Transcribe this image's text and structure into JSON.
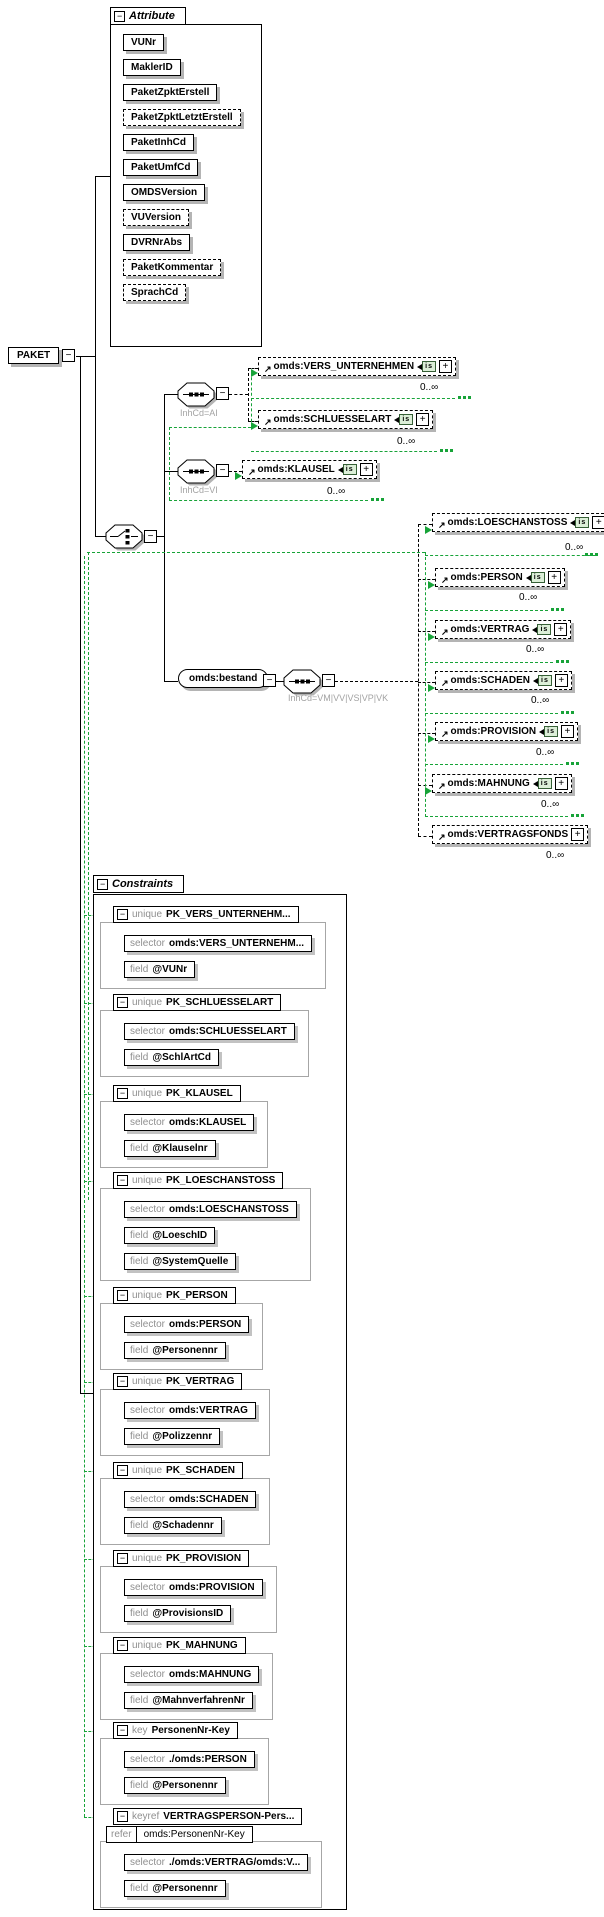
{
  "diagram": {
    "root": {
      "label": "PAKET"
    },
    "icons": {
      "collapse": "−",
      "expand": "+",
      "ref_arrow": "↗",
      "is_label": "is"
    },
    "attributes_panel": {
      "title": "Attribute",
      "items": [
        {
          "label": "VUNr",
          "optional": false
        },
        {
          "label": "MaklerID",
          "optional": false
        },
        {
          "label": "PaketZpktErstell",
          "optional": false
        },
        {
          "label": "PaketZpktLetztErstell",
          "optional": true
        },
        {
          "label": "PaketInhCd",
          "optional": false
        },
        {
          "label": "PaketUmfCd",
          "optional": false
        },
        {
          "label": "OMDSVersion",
          "optional": false
        },
        {
          "label": "VUVersion",
          "optional": true
        },
        {
          "label": "DVRNrAbs",
          "optional": false
        },
        {
          "label": "PaketKommentar",
          "optional": true
        },
        {
          "label": "SprachCd",
          "optional": true
        }
      ]
    },
    "branches": {
      "ai": {
        "compositor": "sequence",
        "condition": "InhCd=AI",
        "children": [
          {
            "label": "omds:VERS_UNTERNEHMEN",
            "occurs": "0..∞",
            "is_icon": true
          },
          {
            "label": "omds:SCHLUESSELART",
            "occurs": "0..∞",
            "is_icon": true
          }
        ]
      },
      "vi": {
        "compositor": "sequence",
        "condition": "InhCd=VI",
        "children": [
          {
            "label": "omds:KLAUSEL",
            "occurs": "0..∞",
            "is_icon": true
          }
        ]
      },
      "bestand": {
        "element": "omds:bestand",
        "compositor": "sequence",
        "condition": "InhCd=VM|VV|VS|VP|VK",
        "children": [
          {
            "label": "omds:LOESCHANSTOSS",
            "occurs": "0..∞",
            "is_icon": true
          },
          {
            "label": "omds:PERSON",
            "occurs": "0..∞",
            "is_icon": true
          },
          {
            "label": "omds:VERTRAG",
            "occurs": "0..∞",
            "is_icon": true
          },
          {
            "label": "omds:SCHADEN",
            "occurs": "0..∞",
            "is_icon": true
          },
          {
            "label": "omds:PROVISION",
            "occurs": "0..∞",
            "is_icon": true
          },
          {
            "label": "omds:MAHNUNG",
            "occurs": "0..∞",
            "is_icon": true
          },
          {
            "label": "omds:VERTRAGSFONDS",
            "occurs": "0..∞",
            "is_icon": false
          }
        ]
      }
    },
    "labels": {
      "selector": "selector",
      "field": "field",
      "refer": "refer"
    },
    "constraints_panel": {
      "title": "Constraints",
      "items": [
        {
          "kind": "unique",
          "name": "PK_VERS_UNTERNEHM...",
          "selector": "omds:VERS_UNTERNEHM...",
          "fields": [
            "@VUNr"
          ]
        },
        {
          "kind": "unique",
          "name": "PK_SCHLUESSELART",
          "selector": "omds:SCHLUESSELART",
          "fields": [
            "@SchlArtCd"
          ]
        },
        {
          "kind": "unique",
          "name": "PK_KLAUSEL",
          "selector": "omds:KLAUSEL",
          "fields": [
            "@Klauselnr"
          ]
        },
        {
          "kind": "unique",
          "name": "PK_LOESCHANSTOSS",
          "selector": "omds:LOESCHANSTOSS",
          "fields": [
            "@LoeschID",
            "@SystemQuelle"
          ]
        },
        {
          "kind": "unique",
          "name": "PK_PERSON",
          "selector": "omds:PERSON",
          "fields": [
            "@Personennr"
          ]
        },
        {
          "kind": "unique",
          "name": "PK_VERTRAG",
          "selector": "omds:VERTRAG",
          "fields": [
            "@Polizzennr"
          ]
        },
        {
          "kind": "unique",
          "name": "PK_SCHADEN",
          "selector": "omds:SCHADEN",
          "fields": [
            "@Schadennr"
          ]
        },
        {
          "kind": "unique",
          "name": "PK_PROVISION",
          "selector": "omds:PROVISION",
          "fields": [
            "@ProvisionsID"
          ]
        },
        {
          "kind": "unique",
          "name": "PK_MAHNUNG",
          "selector": "omds:MAHNUNG",
          "fields": [
            "@MahnverfahrenNr"
          ]
        },
        {
          "kind": "key",
          "name": "PersonenNr-Key",
          "selector": "./omds:PERSON",
          "fields": [
            "@Personennr"
          ]
        },
        {
          "kind": "keyref",
          "name": "VERTRAGSPERSON-Pers...",
          "refer": "omds:PersonenNr-Key",
          "selector": "./omds:VERTRAG/omds:V...",
          "fields": [
            "@Personennr"
          ]
        }
      ]
    }
  }
}
